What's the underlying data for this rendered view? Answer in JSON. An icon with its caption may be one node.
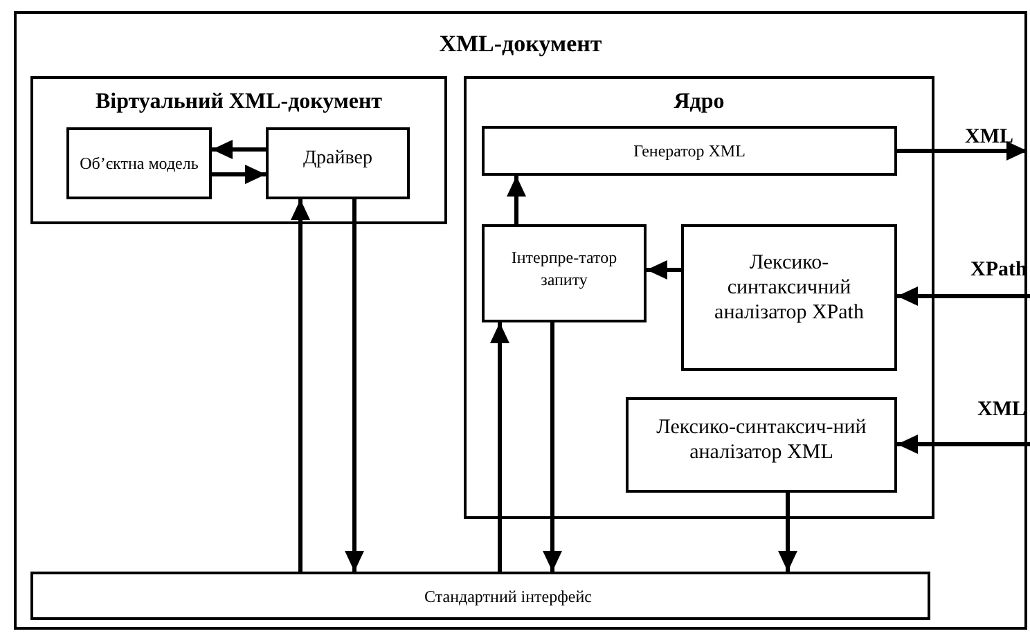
{
  "diagram": {
    "nodes": [
      {
        "text": [
          "XML-документ"
        ]
      },
      {
        "text": [
          "Віртуальний XML-документ"
        ],
        "in": 0
      },
      {
        "text": [
          "Об’єктна модель"
        ],
        "in": 1
      },
      {
        "text": [
          "Драйвер"
        ],
        "in": 1
      },
      {
        "text": [
          "Ядро"
        ],
        "in": 0
      },
      {
        "text": [
          "Генератор XML"
        ],
        "in": 4
      },
      {
        "text": [
          "Інтерпре-татор запиту"
        ],
        "in": 4
      },
      {
        "text": [
          "Лексико-синтаксичний аналізатор XPath"
        ],
        "in": 4
      },
      {
        "text": [
          "Лексико-синтаксич-ний аналізатор XML"
        ],
        "in": 4
      },
      {
        "text": [
          "Стандартний інтерфейс"
        ],
        "in": 0
      }
    ],
    "edges": [
      {
        "from": 3,
        "to": 2,
        "arrow": "to"
      },
      {
        "from": 2,
        "to": 3,
        "arrow": "to"
      },
      {
        "from": 9,
        "to": 3,
        "arrow": "to"
      },
      {
        "from": 3,
        "to": 9,
        "arrow": "to"
      },
      {
        "from": 6,
        "to": 5,
        "arrow": "to"
      },
      {
        "from": 7,
        "to": 6,
        "arrow": "to"
      },
      {
        "from": 9,
        "to": 6,
        "arrow": "to"
      },
      {
        "from": 6,
        "to": 9,
        "arrow": "to"
      },
      {
        "from": 8,
        "to": 9,
        "arrow": "to"
      },
      {
        "from": 5,
        "to": null,
        "arrow": "to",
        "label": "XML"
      },
      {
        "from": null,
        "to": 7,
        "arrow": "to",
        "label": "XPath"
      },
      {
        "from": null,
        "to": 8,
        "arrow": "to",
        "label": "XML"
      }
    ]
  }
}
